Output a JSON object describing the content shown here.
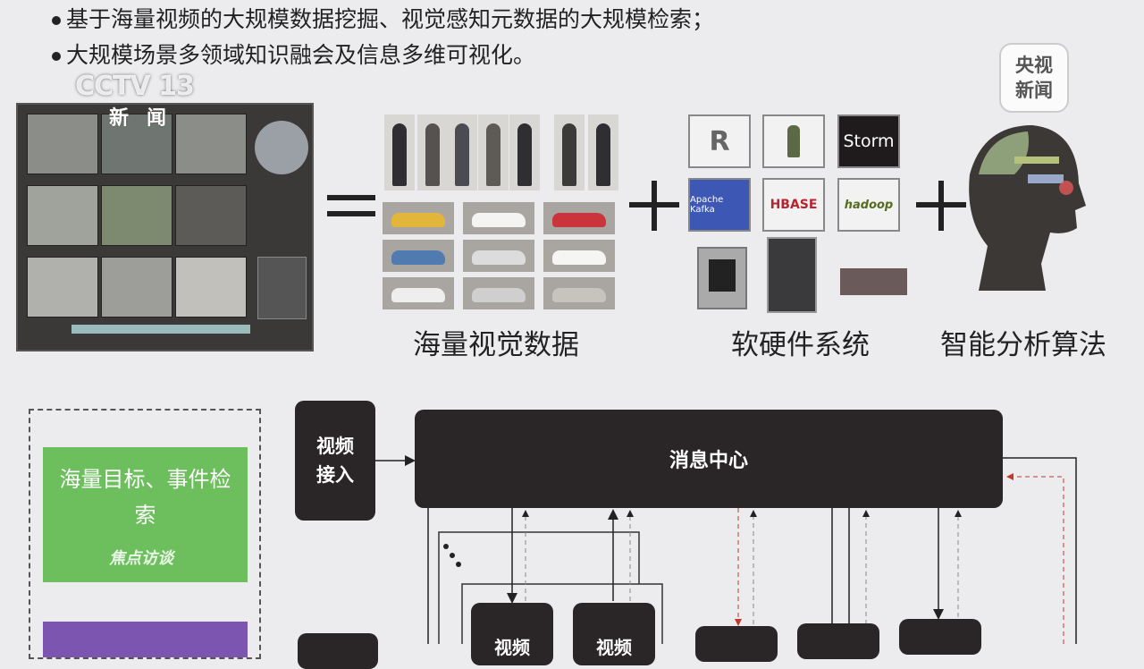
{
  "bullets": [
    "基于海量视频的大规模数据挖掘、视觉感知元数据的大规模检索；",
    "大规模场景多领域知识融会及信息多维可视化。"
  ],
  "top_section": {
    "label_visual_data": "海量视觉数据",
    "label_systems": "软硬件系统",
    "label_algorithms": "智能分析算法",
    "logos": [
      "R",
      "Storm",
      "Apache Kafka",
      "HBASE",
      "hadoop"
    ]
  },
  "diagram": {
    "video_access": "视频\n接入",
    "message_center": "消息中心",
    "green_panel": "海量目标、事件检索",
    "bottom_box_partial": "视频"
  },
  "watermarks": {
    "channel_logo": "CCTV 13",
    "channel_sub": "新闻",
    "corner_logo": "央视新闻",
    "program_logo": "焦点访谈"
  },
  "colors": {
    "green": "#6cbf5c",
    "purple": "#7b55b0",
    "kafka_blue": "#3d57b5",
    "dark_box": "#2a2527"
  }
}
